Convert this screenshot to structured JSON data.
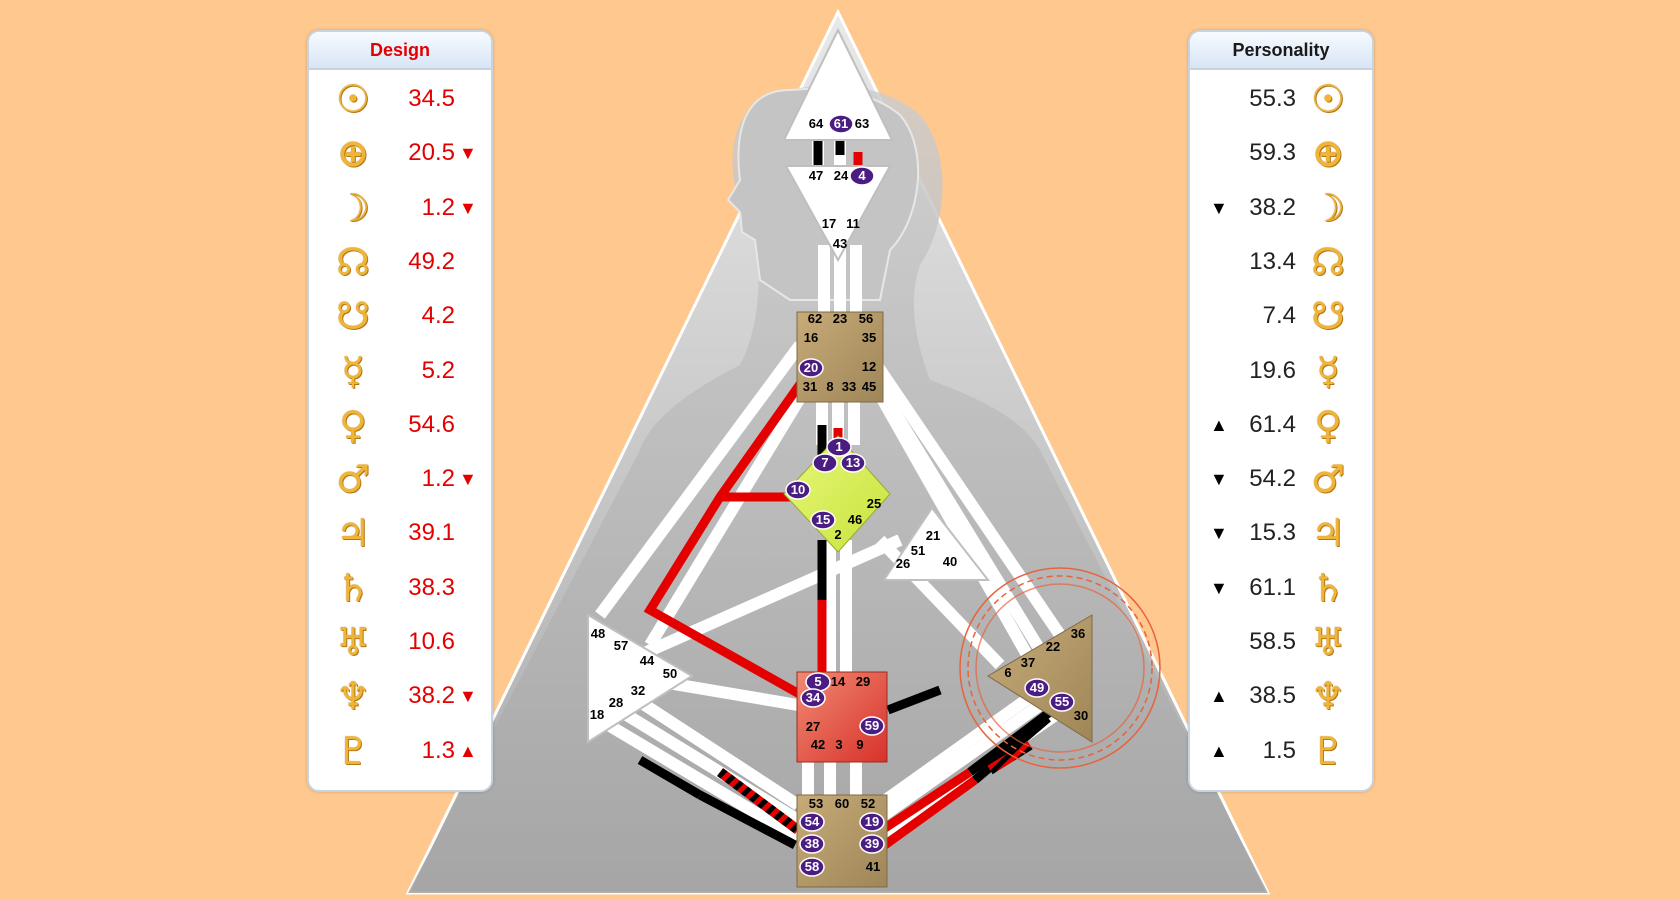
{
  "design": {
    "title": "Design",
    "rows": [
      {
        "planet": "sun-icon",
        "glyph": "☉",
        "value": "34.5",
        "dir": ""
      },
      {
        "planet": "earth-icon",
        "glyph": "⊕",
        "value": "20.5",
        "dir": "▼"
      },
      {
        "planet": "moon-icon",
        "glyph": "☽",
        "value": "1.2",
        "dir": "▼"
      },
      {
        "planet": "north-node-icon",
        "glyph": "☊",
        "value": "49.2",
        "dir": ""
      },
      {
        "planet": "south-node-icon",
        "glyph": "☋",
        "value": "4.2",
        "dir": ""
      },
      {
        "planet": "mercury-icon",
        "glyph": "☿",
        "value": "5.2",
        "dir": ""
      },
      {
        "planet": "venus-icon",
        "glyph": "♀",
        "value": "54.6",
        "dir": ""
      },
      {
        "planet": "mars-icon",
        "glyph": "♂",
        "value": "1.2",
        "dir": "▼"
      },
      {
        "planet": "jupiter-icon",
        "glyph": "♃",
        "value": "39.1",
        "dir": ""
      },
      {
        "planet": "saturn-icon",
        "glyph": "♄",
        "value": "38.3",
        "dir": ""
      },
      {
        "planet": "uranus-icon",
        "glyph": "♅",
        "value": "10.6",
        "dir": ""
      },
      {
        "planet": "neptune-icon",
        "glyph": "♆",
        "value": "38.2",
        "dir": "▼"
      },
      {
        "planet": "pluto-icon",
        "glyph": "♇",
        "value": "1.3",
        "dir": "▲"
      }
    ]
  },
  "personality": {
    "title": "Personality",
    "rows": [
      {
        "planet": "sun-icon",
        "glyph": "☉",
        "value": "55.3",
        "dir": ""
      },
      {
        "planet": "earth-icon",
        "glyph": "⊕",
        "value": "59.3",
        "dir": ""
      },
      {
        "planet": "moon-icon",
        "glyph": "☽",
        "value": "38.2",
        "dir": "▼"
      },
      {
        "planet": "north-node-icon",
        "glyph": "☊",
        "value": "13.4",
        "dir": ""
      },
      {
        "planet": "south-node-icon",
        "glyph": "☋",
        "value": "7.4",
        "dir": ""
      },
      {
        "planet": "mercury-icon",
        "glyph": "☿",
        "value": "19.6",
        "dir": ""
      },
      {
        "planet": "venus-icon",
        "glyph": "♀",
        "value": "61.4",
        "dir": "▲"
      },
      {
        "planet": "mars-icon",
        "glyph": "♂",
        "value": "54.2",
        "dir": "▼"
      },
      {
        "planet": "jupiter-icon",
        "glyph": "♃",
        "value": "15.3",
        "dir": "▼"
      },
      {
        "planet": "saturn-icon",
        "glyph": "♄",
        "value": "61.1",
        "dir": "▼"
      },
      {
        "planet": "uranus-icon",
        "glyph": "♅",
        "value": "58.5",
        "dir": ""
      },
      {
        "planet": "neptune-icon",
        "glyph": "♆",
        "value": "38.5",
        "dir": "▲"
      },
      {
        "planet": "pluto-icon",
        "glyph": "♇",
        "value": "1.5",
        "dir": "▲"
      }
    ]
  },
  "centers": [
    {
      "name": "head",
      "defined": false,
      "color": "#ffffff"
    },
    {
      "name": "ajna",
      "defined": false,
      "color": "#ffffff"
    },
    {
      "name": "throat",
      "defined": true,
      "color": "#b49a6a"
    },
    {
      "name": "g",
      "defined": true,
      "color": "#d8ef55"
    },
    {
      "name": "ego",
      "defined": false,
      "color": "#ffffff"
    },
    {
      "name": "spleen",
      "defined": false,
      "color": "#ffffff"
    },
    {
      "name": "solar-plexus",
      "defined": true,
      "color": "#b49a6a"
    },
    {
      "name": "sacral",
      "defined": true,
      "color": "#e0473a"
    },
    {
      "name": "root",
      "defined": true,
      "color": "#b49a6a"
    }
  ],
  "gates": [
    {
      "n": "64",
      "a": false
    },
    {
      "n": "61",
      "a": true
    },
    {
      "n": "63",
      "a": false
    },
    {
      "n": "47",
      "a": false
    },
    {
      "n": "24",
      "a": false
    },
    {
      "n": "4",
      "a": true
    },
    {
      "n": "17",
      "a": false
    },
    {
      "n": "11",
      "a": false
    },
    {
      "n": "43",
      "a": false
    },
    {
      "n": "62",
      "a": false
    },
    {
      "n": "23",
      "a": false
    },
    {
      "n": "56",
      "a": false
    },
    {
      "n": "16",
      "a": false
    },
    {
      "n": "35",
      "a": false
    },
    {
      "n": "20",
      "a": true
    },
    {
      "n": "12",
      "a": false
    },
    {
      "n": "31",
      "a": false
    },
    {
      "n": "8",
      "a": false
    },
    {
      "n": "33",
      "a": false
    },
    {
      "n": "45",
      "a": false
    },
    {
      "n": "1",
      "a": true
    },
    {
      "n": "7",
      "a": true
    },
    {
      "n": "13",
      "a": true
    },
    {
      "n": "10",
      "a": true
    },
    {
      "n": "25",
      "a": false
    },
    {
      "n": "15",
      "a": true
    },
    {
      "n": "46",
      "a": false
    },
    {
      "n": "2",
      "a": false
    },
    {
      "n": "21",
      "a": false
    },
    {
      "n": "51",
      "a": false
    },
    {
      "n": "26",
      "a": false
    },
    {
      "n": "40",
      "a": false
    },
    {
      "n": "48",
      "a": false
    },
    {
      "n": "57",
      "a": false
    },
    {
      "n": "44",
      "a": false
    },
    {
      "n": "50",
      "a": false
    },
    {
      "n": "32",
      "a": false
    },
    {
      "n": "28",
      "a": false
    },
    {
      "n": "18",
      "a": false
    },
    {
      "n": "36",
      "a": false
    },
    {
      "n": "22",
      "a": false
    },
    {
      "n": "6",
      "a": false
    },
    {
      "n": "37",
      "a": false
    },
    {
      "n": "49",
      "a": true
    },
    {
      "n": "55",
      "a": true
    },
    {
      "n": "30",
      "a": false
    },
    {
      "n": "5",
      "a": true
    },
    {
      "n": "14",
      "a": false
    },
    {
      "n": "29",
      "a": false
    },
    {
      "n": "34",
      "a": true
    },
    {
      "n": "27",
      "a": false
    },
    {
      "n": "59",
      "a": true
    },
    {
      "n": "42",
      "a": false
    },
    {
      "n": "3",
      "a": false
    },
    {
      "n": "9",
      "a": false
    },
    {
      "n": "53",
      "a": false
    },
    {
      "n": "60",
      "a": false
    },
    {
      "n": "52",
      "a": false
    },
    {
      "n": "54",
      "a": true
    },
    {
      "n": "19",
      "a": true
    },
    {
      "n": "38",
      "a": true
    },
    {
      "n": "39",
      "a": true
    },
    {
      "n": "58",
      "a": true
    },
    {
      "n": "41",
      "a": false
    }
  ],
  "colors": {
    "design": "#e50000",
    "personality": "#000000",
    "defined_yellow": "#d8ef55",
    "activated_gate": "#4b1d82"
  }
}
